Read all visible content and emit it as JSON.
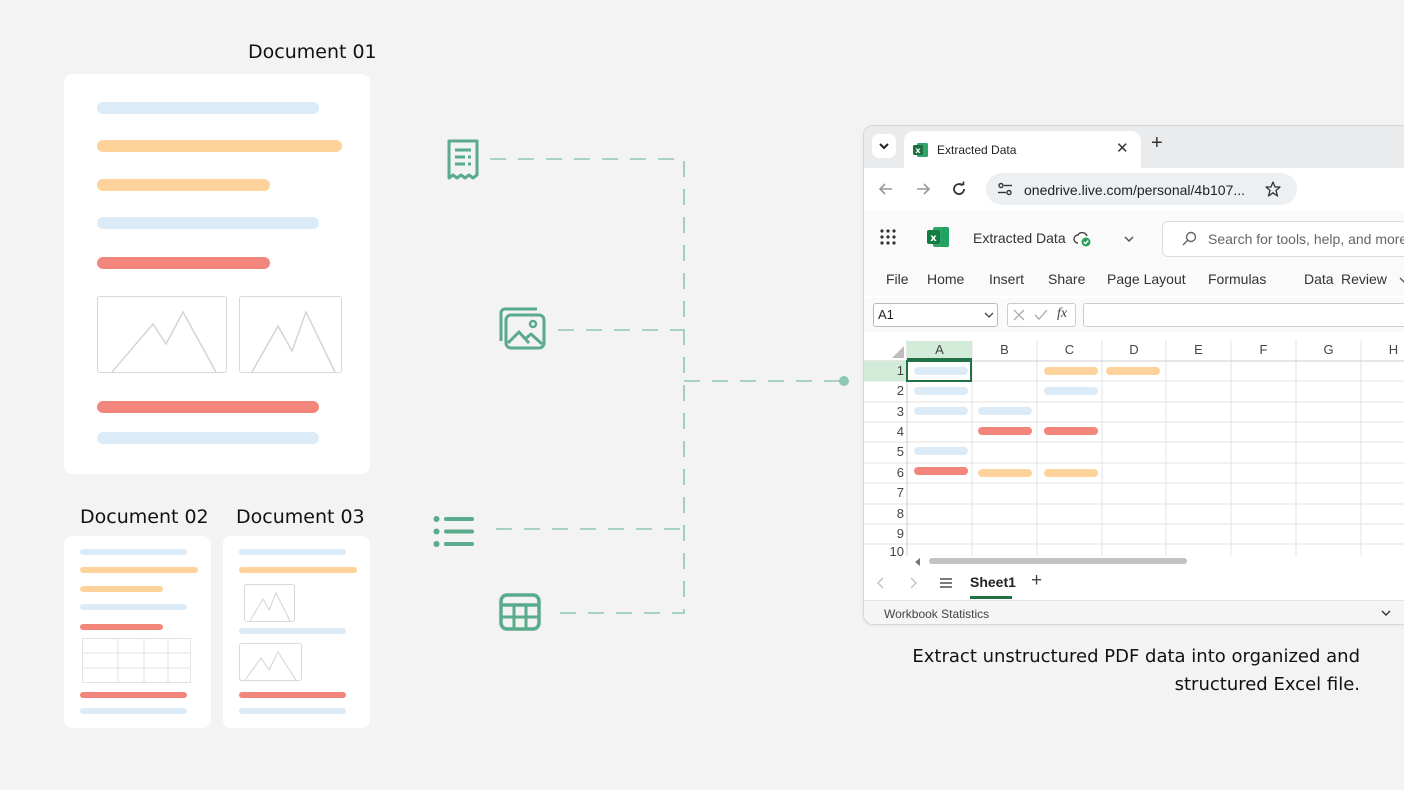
{
  "documents": {
    "doc1": "Document 01",
    "doc2": "Document 02",
    "doc3": "Document 03"
  },
  "icons": [
    "receipt-icon",
    "image-icon",
    "list-icon",
    "table-icon"
  ],
  "colors": {
    "accent": "#5aaa8c",
    "blue_line": "#dcebf8",
    "orange_line": "#fdd39b",
    "red_line": "#f2867a",
    "excel_green": "#217346"
  },
  "browser": {
    "tab_title": "Extracted Data",
    "close_symbol": "✕",
    "new_tab_symbol": "+",
    "url": "onedrive.live.com/personal/4b107..."
  },
  "excel": {
    "file_name": "Extracted Data",
    "search_placeholder": "Search for tools, help, and more",
    "menu": [
      "File",
      "Home",
      "Insert",
      "Share",
      "Page Layout",
      "Formulas",
      "Data",
      "Review"
    ],
    "name_box": "A1",
    "fx": "fx",
    "columns": [
      "A",
      "B",
      "C",
      "D",
      "E",
      "F",
      "G",
      "H"
    ],
    "rows": [
      "1",
      "2",
      "3",
      "4",
      "5",
      "6",
      "7",
      "8",
      "9",
      "10"
    ],
    "sheet_tab": "Sheet1",
    "add_sheet": "+",
    "status_label": "Workbook Statistics"
  },
  "caption": {
    "line1": "Extract unstructured PDF data into organized and",
    "line2": "structured Excel file."
  }
}
